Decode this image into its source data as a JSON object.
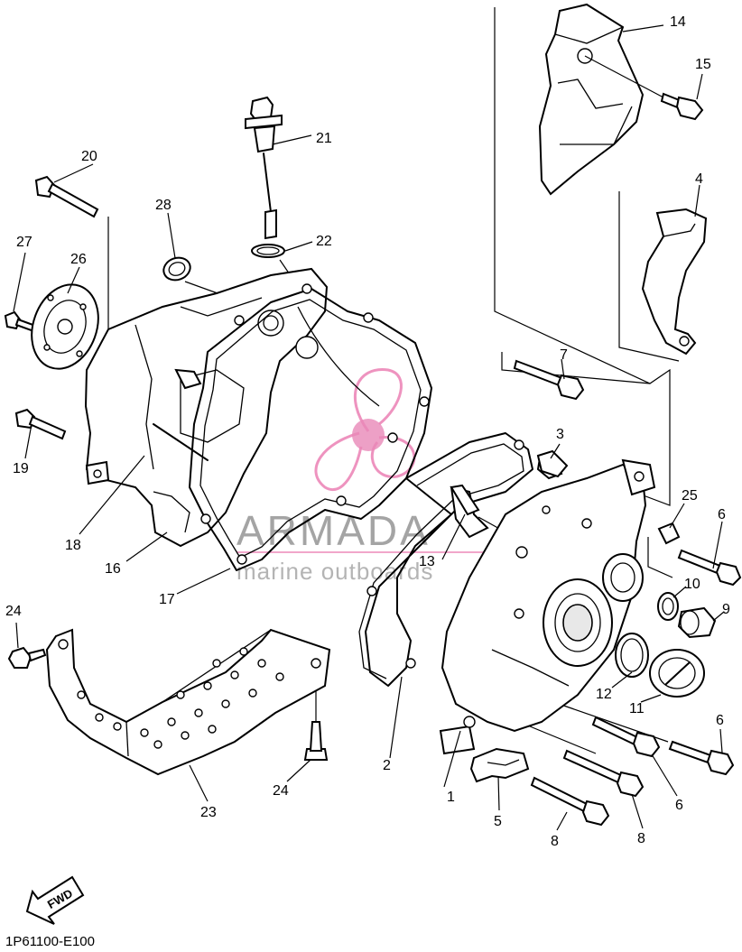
{
  "diagram": {
    "code": "1P61100-E100",
    "fwd_label": "FWD",
    "watermark": {
      "name": "ARMADA",
      "sub": "marine outboards",
      "accent_color": "#e03a8a"
    },
    "callouts": [
      {
        "id": "c1",
        "text": "1"
      },
      {
        "id": "c2",
        "text": "2"
      },
      {
        "id": "c3",
        "text": "3"
      },
      {
        "id": "c4",
        "text": "4"
      },
      {
        "id": "c5",
        "text": "5"
      },
      {
        "id": "c6a",
        "text": "6"
      },
      {
        "id": "c6b",
        "text": "6"
      },
      {
        "id": "c6c",
        "text": "6"
      },
      {
        "id": "c7",
        "text": "7"
      },
      {
        "id": "c8a",
        "text": "8"
      },
      {
        "id": "c8b",
        "text": "8"
      },
      {
        "id": "c9",
        "text": "9"
      },
      {
        "id": "c10",
        "text": "10"
      },
      {
        "id": "c11",
        "text": "11"
      },
      {
        "id": "c12",
        "text": "12"
      },
      {
        "id": "c13",
        "text": "13"
      },
      {
        "id": "c14",
        "text": "14"
      },
      {
        "id": "c15",
        "text": "15"
      },
      {
        "id": "c16",
        "text": "16"
      },
      {
        "id": "c17",
        "text": "17"
      },
      {
        "id": "c18",
        "text": "18"
      },
      {
        "id": "c19",
        "text": "19"
      },
      {
        "id": "c20",
        "text": "20"
      },
      {
        "id": "c21",
        "text": "21"
      },
      {
        "id": "c22",
        "text": "22"
      },
      {
        "id": "c23",
        "text": "23"
      },
      {
        "id": "c24a",
        "text": "24"
      },
      {
        "id": "c24b",
        "text": "24"
      },
      {
        "id": "c25",
        "text": "25"
      },
      {
        "id": "c26",
        "text": "26"
      },
      {
        "id": "c27",
        "text": "27"
      },
      {
        "id": "c28",
        "text": "28"
      }
    ]
  }
}
